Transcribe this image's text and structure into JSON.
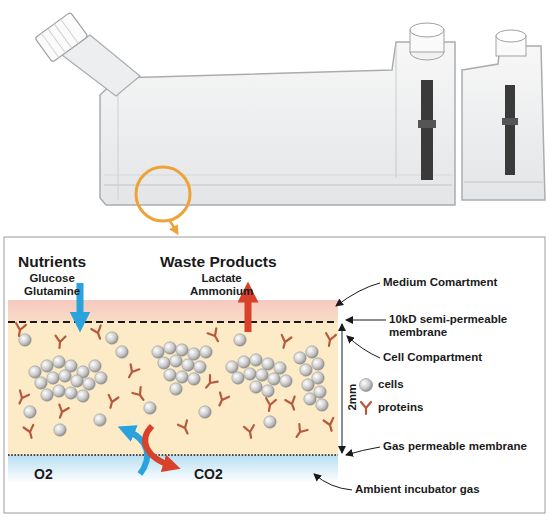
{
  "diagram": {
    "labels": [
      "Nutrients",
      "Glucose Glutamine",
      "Waste Products",
      "Lactate Ammonium",
      "Medium Comartment",
      "10kD semi-permeable membrane",
      "Cell Compartment",
      "2mm",
      "Gas permeable membrane",
      "O2",
      "CO2",
      "Ambient incubator gas"
    ],
    "legend": [
      {
        "text": "cells"
      },
      {
        "text": "proteins"
      }
    ]
  }
}
